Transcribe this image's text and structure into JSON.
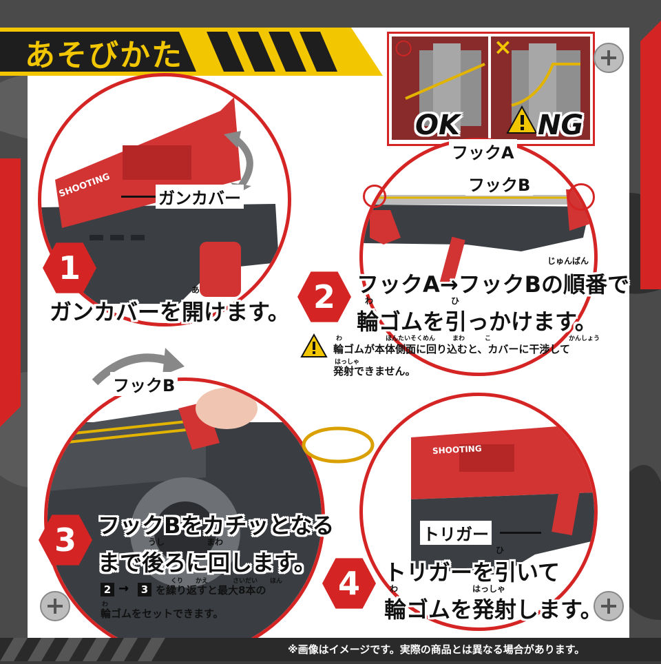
{
  "title": "あそびかた",
  "colors": {
    "red": "#d42424",
    "yellow": "#f2c600",
    "dark": "#333333"
  },
  "callouts": {
    "ok": "OK",
    "ng": "NG",
    "ok_mark": "○",
    "ng_mark": "×",
    "hook_a": "フックA",
    "hook_b": "フックB",
    "gun_cover": "ガンカバー",
    "hook_b_small": "フックB",
    "trigger": "トリガー"
  },
  "gun_text": {
    "shooting": "SHOOTING",
    "shooting2": "SHOOTING"
  },
  "steps": [
    {
      "number": "1",
      "lines": [
        "ガンカバーを開けます。"
      ],
      "ruby": [
        "あ"
      ]
    },
    {
      "number": "2",
      "lines": [
        "フックA→フックBの順番で",
        "輪ゴムを引っかけます。"
      ],
      "ruby": [
        "じゅんばん",
        "わ",
        "ひ"
      ]
    },
    {
      "number": "3",
      "lines": [
        "フックBをカチッとなる",
        "まで後ろに回します。"
      ],
      "ruby": [
        "うし",
        "まわ"
      ]
    },
    {
      "number": "4",
      "lines": [
        "トリガーを引いて",
        "輪ゴムを発射します。"
      ],
      "ruby": [
        "ひ",
        "わ",
        "はっしゃ"
      ]
    }
  ],
  "warning": {
    "icon": "!",
    "line1": "輪ゴムが本体側面に回り込むと、カバーに干渉して",
    "line2": "発射できません。",
    "ruby1": "わ",
    "ruby2": "ほんたいそくめん",
    "ruby3": "まわ",
    "ruby4": "こ",
    "ruby5": "かんしょう",
    "ruby6": "はっしゃ"
  },
  "step3_note": {
    "b2": "2",
    "arrow": "→",
    "b3": "3",
    "line1": "を繰り返すと最大8本の",
    "line2": "輪ゴムをセットできます。",
    "ruby1": "くり",
    "ruby2": "かえ",
    "ruby3": "さいだい",
    "ruby4": "ほん",
    "ruby5": "わ"
  },
  "disclaimer": "※画像はイメージです。実際の商品とは異なる場合があります。"
}
